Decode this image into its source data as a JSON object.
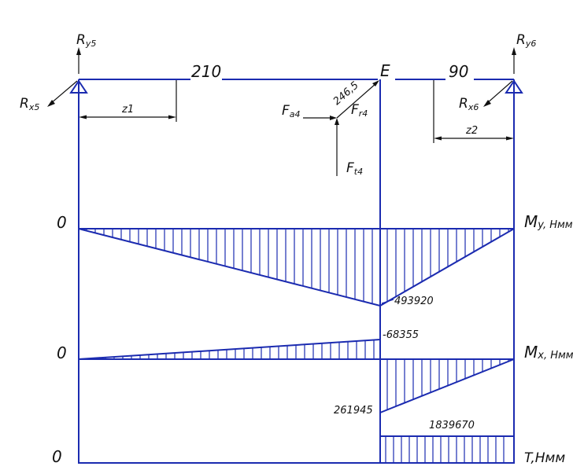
{
  "labels": {
    "ry5": "R",
    "ry5_sub": "y5",
    "rx5": "R",
    "rx5_sub": "x5",
    "ry6": "R",
    "ry6_sub": "y6",
    "rx6": "R",
    "rx6_sub": "x6",
    "fa4": "F",
    "fa4_sub": "a4",
    "fr4": "F",
    "fr4_sub": "r4",
    "ft4": "F",
    "ft4_sub": "t4",
    "point_e": "E"
  },
  "dimensions": {
    "span_left": "210",
    "span_right": "90",
    "radius": "246,5",
    "z1": "z1",
    "z2": "z2"
  },
  "diagrams": {
    "my": {
      "zero": "0",
      "name": "M",
      "name_sub": "y, Нмм",
      "value": "493920"
    },
    "mx": {
      "zero": "0",
      "name": "M",
      "name_sub": "x, Нмм",
      "value_top": "-68355",
      "value_bottom": "261945"
    },
    "t": {
      "zero": "0",
      "name": "T,Нмм",
      "value": "1839670"
    }
  },
  "colors": {
    "line": "#1b2bb0",
    "ink": "#111111"
  }
}
